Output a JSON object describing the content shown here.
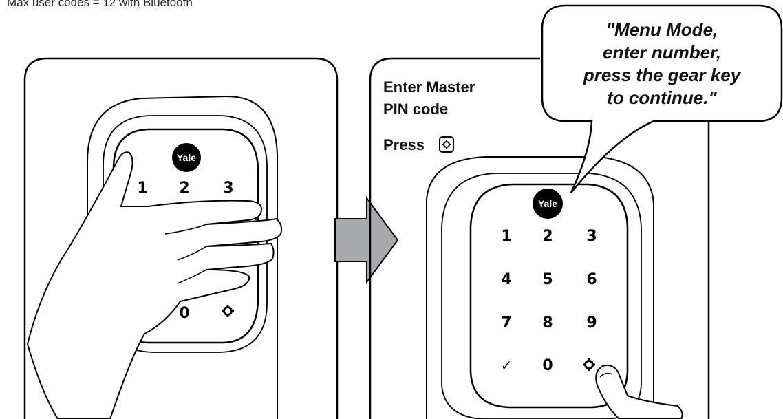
{
  "header": {
    "note": "Max user codes = 12 with Bluetooth"
  },
  "left_panel": {
    "logo": "Yale",
    "keys_visible": [
      "1",
      "2",
      "3"
    ],
    "bottom_keys_visible": [
      "0"
    ],
    "gear_icon": "gear-icon"
  },
  "arrow": {
    "direction": "right",
    "color": "#a7a9ac"
  },
  "right_panel": {
    "instruction": {
      "line1": "Enter Master",
      "line2": "PIN code",
      "press_label": "Press"
    },
    "speech_bubble": {
      "line1": "\"Menu Mode,",
      "line2": "enter number,",
      "line3": "press the gear key",
      "line4": "to continue.\""
    },
    "logo": "Yale",
    "keypad": [
      [
        "1",
        "2",
        "3"
      ],
      [
        "4",
        "5",
        "6"
      ],
      [
        "7",
        "8",
        "9"
      ],
      [
        "✓",
        "0",
        "gear-icon"
      ]
    ]
  }
}
